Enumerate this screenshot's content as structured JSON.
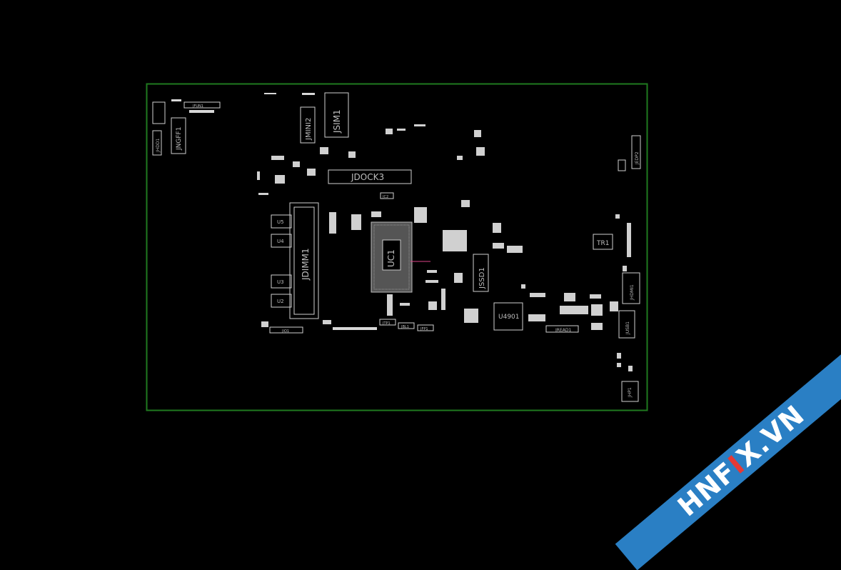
{
  "labels": {
    "jdock": "JDOCK3",
    "jsim": "JSIM1",
    "jmini": "JMINI2",
    "jngff": "JNGFF1",
    "jdimm": "JDIMM1",
    "uc": "UC1",
    "jssd": "JSSD1",
    "u4901": "U4901",
    "tr1": "TR1",
    "jhdmi": "JHDMI1",
    "jusb": "JUSB1",
    "jhp": "JHP1",
    "jedp": "JEDP2",
    "jread": "JREAD1",
    "jio": "JIO1",
    "jbl": "JBL1",
    "jfp": "JFP1",
    "jtp": "JTP1",
    "jfun": "JFUN1",
    "jhdd": "JHDD1",
    "ju2": "U2",
    "ju3": "U3",
    "ju4": "U4",
    "ju5": "U5",
    "jc2": "JC2"
  },
  "watermark": {
    "prefix": "HNF",
    "x": "I",
    "suffix": "X.VN"
  },
  "colors": {
    "border": "#1f7a1f",
    "silkscreen": "#cfcfcf",
    "ribbon": "#2a7fc4",
    "accent": "#e53935"
  }
}
